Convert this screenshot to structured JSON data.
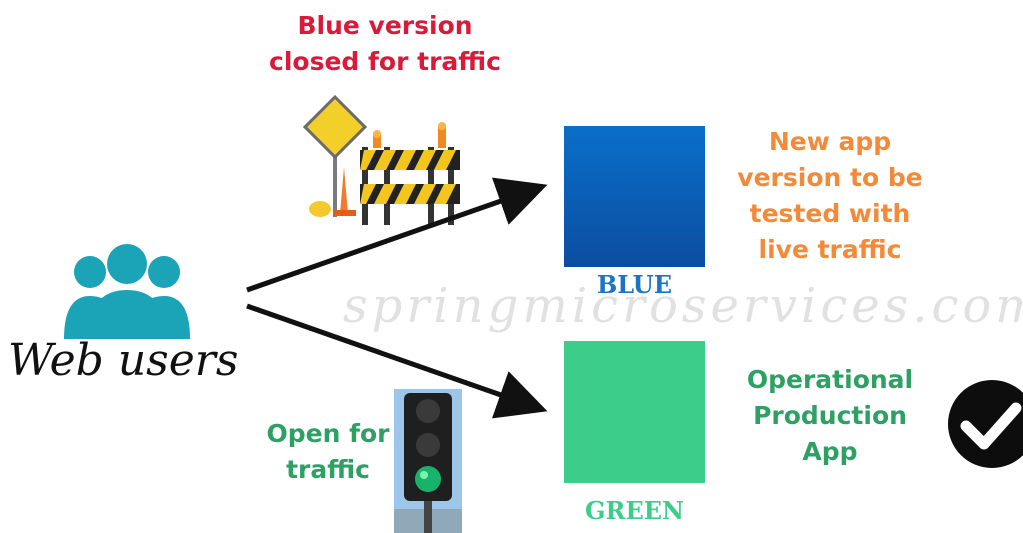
{
  "title": {
    "blue_closed": "Blue version closed for traffic"
  },
  "blue_closed_lines": [
    "Blue version",
    "closed for traffic"
  ],
  "new_app_lines": [
    "New app",
    "version to be",
    "tested with",
    "live traffic"
  ],
  "operational_lines": [
    "Operational",
    "Production",
    "App"
  ],
  "open_lines": [
    "Open for",
    "traffic"
  ],
  "users_label": "Web users",
  "blue_label": "BLUE",
  "green_label": "GREEN",
  "watermark": "springmicroservices.com",
  "colors": {
    "red_text": "#d81b3b",
    "orange_text": "#f28a3a",
    "green_text": "#2ea064",
    "blue_box": "#0a57ad",
    "green_box": "#3ccd8a",
    "users_icon": "#1ba3b8"
  },
  "icons": [
    "users-group-icon",
    "road-barrier-icon",
    "traffic-light-icon",
    "check-icon",
    "arrow-icon"
  ]
}
